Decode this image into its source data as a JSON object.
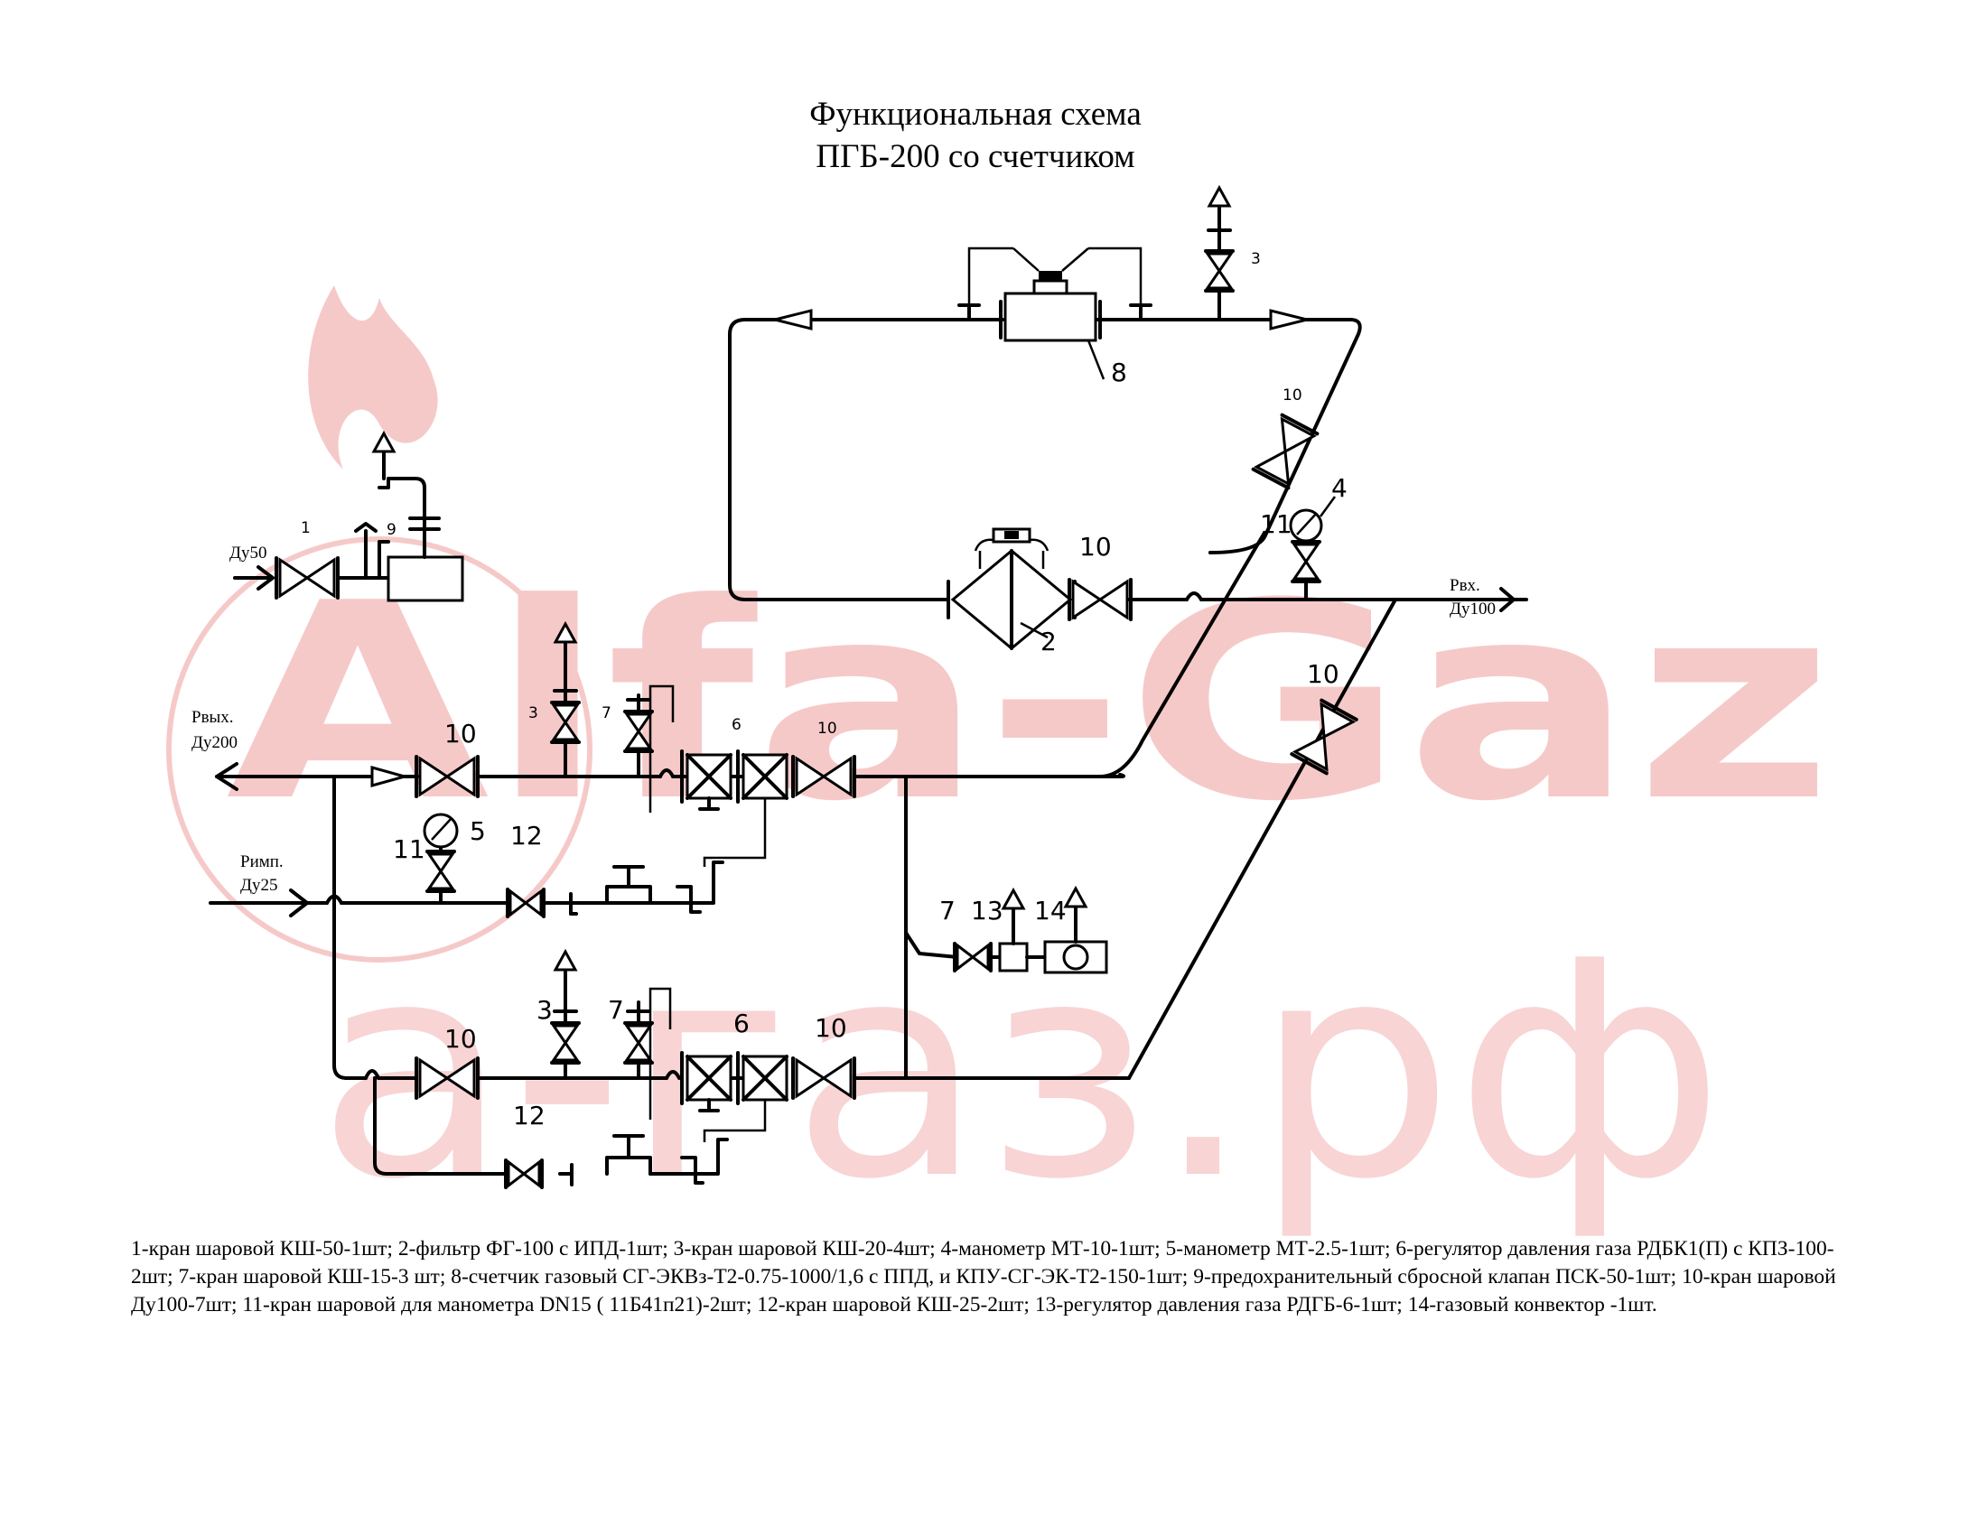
{
  "title": {
    "line1": "Функциональная схема",
    "line2": "ПГБ-200 со счетчиком"
  },
  "watermark": {
    "brand": "Alfa-Gaz",
    "domain": "а-газ.рф",
    "color": "#f6c9c9"
  },
  "labels": {
    "du50": "Ду50",
    "p_out": "Рвых.",
    "du200": "Ду200",
    "p_imp": "Римп.",
    "du25": "Ду25",
    "p_in": "Рвх.",
    "du100": "Ду100"
  },
  "numbers": {
    "n1": "1",
    "n2": "2",
    "n3": "3",
    "n4": "4",
    "n5": "5",
    "n6": "6",
    "n7": "7",
    "n8": "8",
    "n9": "9",
    "n10": "10",
    "n11": "11",
    "n12": "12",
    "n13": "13",
    "n14": "14"
  },
  "legend": "1-кран шаровой КШ-50-1шт; 2-фильтр ФГ-100 с ИПД-1шт; 3-кран шаровой КШ-20-4шт; 4-манометр МТ-10-1шт; 5-манометр МТ-2.5-1шт; 6-регулятор давления газа РДБК1(П) с КПЗ-100-2шт; 7-кран шаровой КШ-15-3 шт; 8-счетчик газовый СГ-ЭКВз-Т2-0.75-1000/1,6 с ППД, и КПУ-СГ-ЭК-Т2-150-1шт; 9-предохранительный сбросной клапан ПСК-50-1шт; 10-кран шаровой Ду100-7шт; 11-кран шаровой для манометра DN15 ( 11Б41п21)-2шт; 12-кран шаровой КШ-25-2шт; 13-регулятор давления газа РДГБ-6-1шт; 14-газовый конвектор -1шт."
}
